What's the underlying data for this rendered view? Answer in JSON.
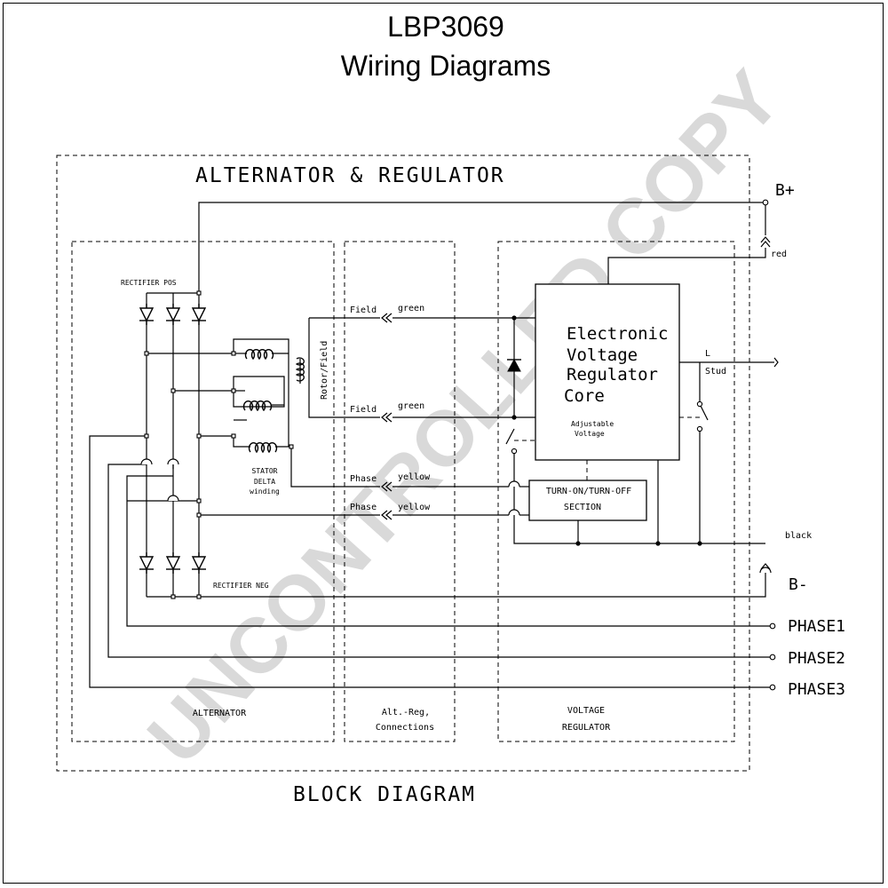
{
  "title": "LBP3069",
  "subtitle": "Wiring Diagrams",
  "outer_heading": "ALTERNATOR & REGULATOR",
  "footer": "BLOCK DIAGRAM",
  "watermark": "UNCONTROLLED COPY",
  "sections": {
    "alternator": "ALTERNATOR",
    "connections_line1": "Alt.-Reg,",
    "connections_line2": "Connections",
    "regulator_line1": "VOLTAGE",
    "regulator_line2": "REGULATOR"
  },
  "alternator": {
    "rectifier_pos": "RECTIFIER POS",
    "rectifier_neg": "RECTIFIER NEG",
    "stator_line1": "STATOR",
    "stator_line2": "DELTA",
    "stator_line3": "winding",
    "rotor": "Rotor/Field"
  },
  "wires": {
    "field1_label": "Field",
    "field1_color": "green",
    "field2_label": "Field",
    "field2_color": "green",
    "phase1_label": "Phase",
    "phase1_color": "yellow",
    "phase2_label": "Phase",
    "phase2_color": "yellow"
  },
  "regulator": {
    "core_line1": "Electronic",
    "core_line2": "Voltage",
    "core_line3": "Regulator",
    "core_line4": "Core",
    "adjustable_line1": "Adjustable",
    "adjustable_line2": "Voltage",
    "turn_line1": "TURN-ON/TURN-OFF",
    "turn_line2": "SECTION",
    "l_label": "L",
    "stud_label": "Stud"
  },
  "terminals": {
    "b_plus": "B+",
    "b_plus_wire": "red",
    "b_minus": "B-",
    "b_minus_wire": "black",
    "phase1": "PHASE1",
    "phase2": "PHASE2",
    "phase3": "PHASE3"
  },
  "colors": {
    "line": "#000000",
    "watermark": "#d9d9d9"
  }
}
